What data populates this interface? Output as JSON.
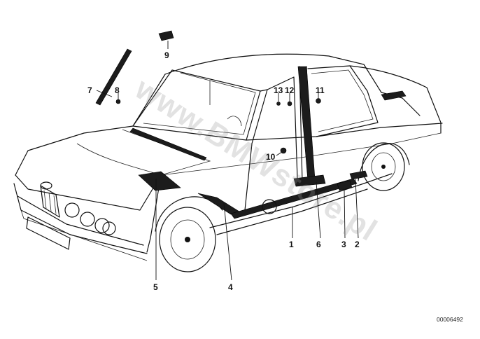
{
  "callouts": [
    {
      "id": "c1",
      "label": "1"
    },
    {
      "id": "c2",
      "label": "2"
    },
    {
      "id": "c3",
      "label": "3"
    },
    {
      "id": "c4",
      "label": "4"
    },
    {
      "id": "c5",
      "label": "5"
    },
    {
      "id": "c6",
      "label": "6"
    },
    {
      "id": "c7",
      "label": "7"
    },
    {
      "id": "c8",
      "label": "8"
    },
    {
      "id": "c9",
      "label": "9"
    },
    {
      "id": "c10",
      "label": "10"
    },
    {
      "id": "c11",
      "label": "11"
    },
    {
      "id": "c12",
      "label": "12"
    },
    {
      "id": "c13",
      "label": "13"
    }
  ],
  "document_number": "00006492",
  "watermark": "www.BMWstore.pl"
}
